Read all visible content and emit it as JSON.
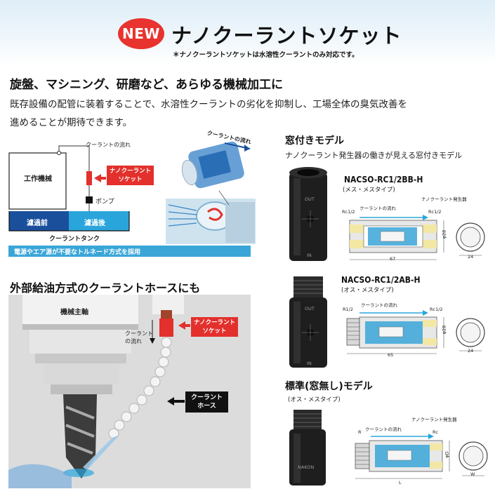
{
  "header": {
    "badge": "NEW",
    "title": "ナノクーラントソケット",
    "note": "＊ナノクーラントソケットは水溶性クーラントのみ対応です。"
  },
  "headline": "旋盤、マシニング、研磨など、あらゆる機械加工に",
  "intro": {
    "line1": "既存設備の配管に装着することで、水溶性クーラントの劣化を抑制し、工場全体の臭気改善を",
    "line2": "進めることが期待できます。"
  },
  "diagram1": {
    "flow_label": "クーラントの流れ",
    "machine": "工作機械",
    "socket": "ナノクーラント\nソケット",
    "pump": "ポンプ",
    "before": "濾過前",
    "after": "濾過後",
    "tank": "クーラントタンク",
    "flow_label2": "クーラントの流れ",
    "banner": "電源やエア源が不要なトルネード方式を採用"
  },
  "section2": {
    "title": "外部給油方式のクーラントホースにも",
    "spindle": "機械主軸",
    "flow_label": "クーラント\nの流れ",
    "socket": "ナノクーラント\nソケット",
    "hose": "クーラント\nホース"
  },
  "windowed": {
    "title": "窓付きモデル",
    "subtitle": "ナノクーラント発生器の働きが見える窓付きモデル",
    "models": [
      {
        "name": "NACSO-RC1/2BB-H",
        "type": "(メス・メスタイプ)",
        "generator": "ナノクーラント発生器",
        "flow": "クーラントの流れ",
        "port_left": "Rc1/2",
        "port_right": "Rc1/2",
        "length": "67",
        "diameter": "φ28",
        "hex": "24"
      },
      {
        "name": "NACSO-RC1/2AB-H",
        "type": "(オス・メスタイプ)",
        "flow": "クーラントの流れ",
        "port_left": "R1/2",
        "port_right": "Rc1/2",
        "length": "65",
        "diameter": "φ28",
        "hex": "24"
      }
    ]
  },
  "standard": {
    "title": "標準(窓無し)モデル",
    "type": "(オス・メスタイプ)",
    "generator": "ナノクーラント発生器",
    "flow": "クーラントの流れ",
    "port_left": "R",
    "port_right": "Rc",
    "length": "L",
    "diameter": "φD",
    "hex": "W"
  },
  "product_marks": {
    "out": "OUT",
    "in": "IN",
    "brand": "NAKON"
  },
  "colors": {
    "accent_red": "#e3302c",
    "blue": "#1a4f9c",
    "light_blue": "#2aa5dc",
    "cyan": "#3aa6d8"
  }
}
